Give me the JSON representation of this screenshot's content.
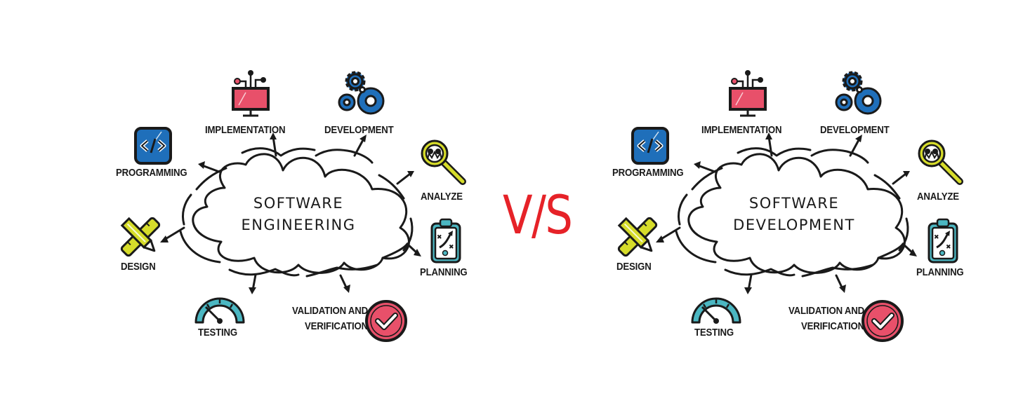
{
  "comparison_separator": "V/S",
  "colors": {
    "separator_red": "#e62228",
    "programming_blue": "#1f6fba",
    "implementation_pink": "#e8506a",
    "development_blue": "#1f6fba",
    "analyze_yellow": "#d6dc2a",
    "design_yellow": "#d6dc2a",
    "planning_teal": "#4bb7c2",
    "testing_teal": "#4bb7c2",
    "validation_pink": "#e8506a",
    "outline": "#1a1a1a"
  },
  "left": {
    "center_line1": "SOFTWARE",
    "center_line2": "ENGINEERING",
    "nodes": {
      "programming": {
        "label": "PROGRAMMING",
        "icon": "code-window-icon"
      },
      "implementation": {
        "label": "IMPLEMENTATION",
        "icon": "monitor-circuit-icon"
      },
      "development": {
        "label": "DEVELOPMENT",
        "icon": "gears-icon"
      },
      "analyze": {
        "label": "ANALYZE",
        "icon": "magnifier-icon"
      },
      "planning": {
        "label": "PLANNING",
        "icon": "clipboard-strategy-icon"
      },
      "validation_line1": "VALIDATION AND",
      "validation_line2": "VERIFICATION",
      "validation": {
        "icon": "checkmark-badge-icon"
      },
      "testing": {
        "label": "TESTING",
        "icon": "speedometer-icon"
      },
      "design": {
        "label": "DESIGN",
        "icon": "pencil-ruler-icon"
      }
    }
  },
  "right": {
    "center_line1": "SOFTWARE",
    "center_line2": "DEVELOPMENT",
    "nodes": {
      "programming": {
        "label": "PROGRAMMING",
        "icon": "code-window-icon"
      },
      "implementation": {
        "label": "IMPLEMENTATION",
        "icon": "monitor-circuit-icon"
      },
      "development": {
        "label": "DEVELOPMENT",
        "icon": "gears-icon"
      },
      "analyze": {
        "label": "ANALYZE",
        "icon": "magnifier-icon"
      },
      "planning": {
        "label": "PLANNING",
        "icon": "clipboard-strategy-icon"
      },
      "validation_line1": "VALIDATION AND",
      "validation_line2": "VERIFICATION",
      "validation": {
        "icon": "checkmark-badge-icon"
      },
      "testing": {
        "label": "TESTING",
        "icon": "speedometer-icon"
      },
      "design": {
        "label": "DESIGN",
        "icon": "pencil-ruler-icon"
      }
    }
  }
}
